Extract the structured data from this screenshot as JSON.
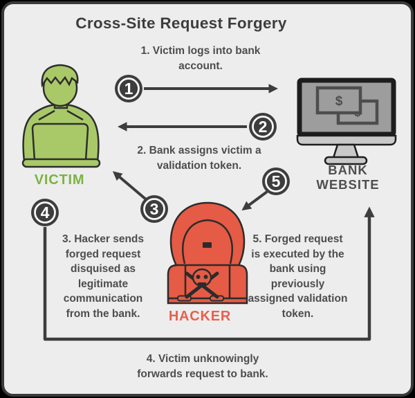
{
  "title": "Cross-Site Request Forgery",
  "actors": [
    {
      "id": "victim",
      "label": "VICTIM"
    },
    {
      "id": "bank-website",
      "label": "BANK WEBSITE"
    },
    {
      "id": "hacker",
      "label": "HACKER"
    }
  ],
  "steps": [
    {
      "badge": "1",
      "text": "1. Victim logs into bank account."
    },
    {
      "badge": "2",
      "text": "2. Bank assigns victim a validation token."
    },
    {
      "badge": "3",
      "text": "3. Hacker sends forged request disquised as legitimate communication from the bank."
    },
    {
      "badge": "4",
      "text": "4. Victim unknowingly forwards request to bank."
    },
    {
      "badge": "5",
      "text": "5. Forged request is executed by the bank using previously assigned validation token."
    }
  ],
  "icons": {
    "dollar": "$"
  },
  "colors": {
    "canvas_background": "#ededed",
    "outer_background": "#000000",
    "frame_border": "#3a3a3a",
    "arrow_dark": "#3d3d3d",
    "text_dark": "#4d4d4d",
    "victim_green_fill": "#a9c968",
    "victim_label_green": "#7cb342",
    "hacker_red_fill": "#e55b45",
    "hacker_label_red": "#e8604c",
    "monitor_screen_gray": "#9d9d9d",
    "monitor_light_gray": "#c9c9c9"
  }
}
